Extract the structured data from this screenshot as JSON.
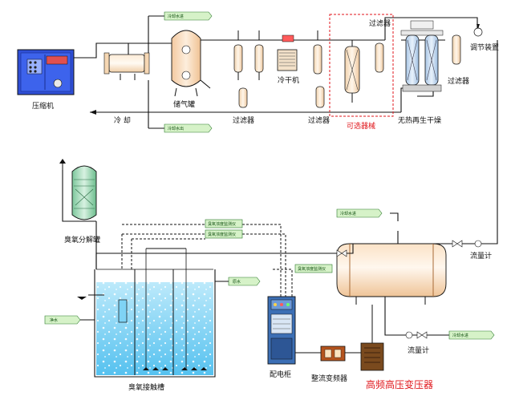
{
  "labels": {
    "compressor": "压缩机",
    "cooling": "冷  却",
    "air_tank": "储气罐",
    "refrigerated_dryer": "冷干机",
    "filter_bottom_1": "过滤器",
    "filter_bottom_2": "过滤器",
    "filter_top_1": "过滤器",
    "filter_top_2": "过滤器",
    "optional_unit": "可选器械",
    "heatless_dryer": "无热再生干燥",
    "regulator": "调节装置",
    "ozone_decomposer": "臭氧分解罐",
    "flowmeter_1": "流量计",
    "flowmeter_2": "流量计",
    "contact_tank": "臭氧接触槽",
    "power_cabinet": "配电柜",
    "frequency_converter": "整流变频器",
    "hv_transformer": "高频高压变压器"
  },
  "tags": {
    "cooling_water_in_top": "冷却水进",
    "cooling_water_out": "冷却水出",
    "cooling_water_in_gen": "冷却水进",
    "cooling_water_in_right": "冷却水进",
    "ozone_monitor_1": "臭氧浓度监测仪",
    "ozone_monitor_2": "臭氧浓度监测仪",
    "ozone_monitor_3": "臭氧浓度监测仪",
    "raw_water": "原水",
    "treated_water": "净水"
  },
  "colors": {
    "pipe": "#111111",
    "red_text": "#e0161b",
    "tag_fill": "#d6f2c8",
    "tag_stroke": "#2c7a2c",
    "compressor_blue": "#2f4fd6",
    "tank_peach": "#f8d9b9",
    "water_blue": "#7fd3f5",
    "vessel_green": "#9fd8b5",
    "dryer_blue": "#b9d4ef",
    "cabinet_blue": "#3c6fb5",
    "transformer_brown": "#7a4a1e"
  }
}
